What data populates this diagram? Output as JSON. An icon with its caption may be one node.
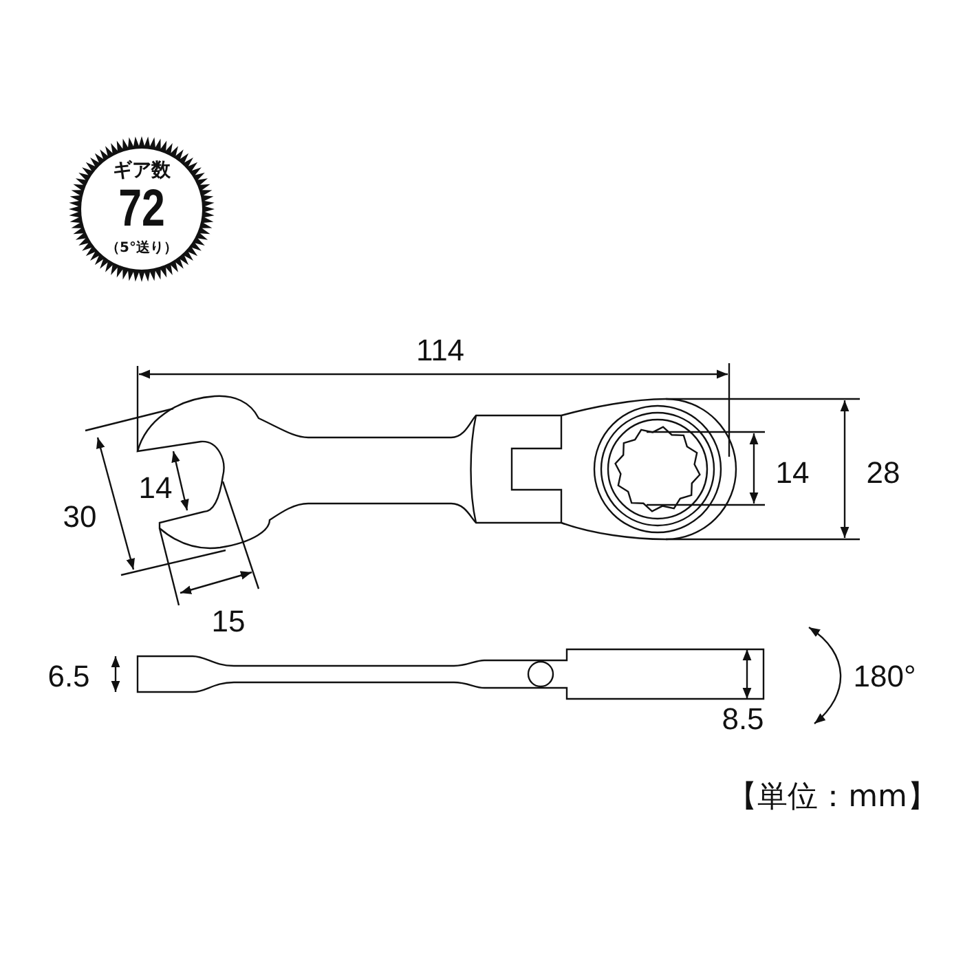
{
  "diagram": {
    "nodes": [
      {
        "text": [
          "ギア数",
          "72",
          "（5°送り）"
        ]
      }
    ],
    "labels": [
      "114",
      "14",
      "14",
      "28",
      "30",
      "15",
      "6.5",
      "180°",
      "8.5",
      "【単位：mm】"
    ]
  }
}
